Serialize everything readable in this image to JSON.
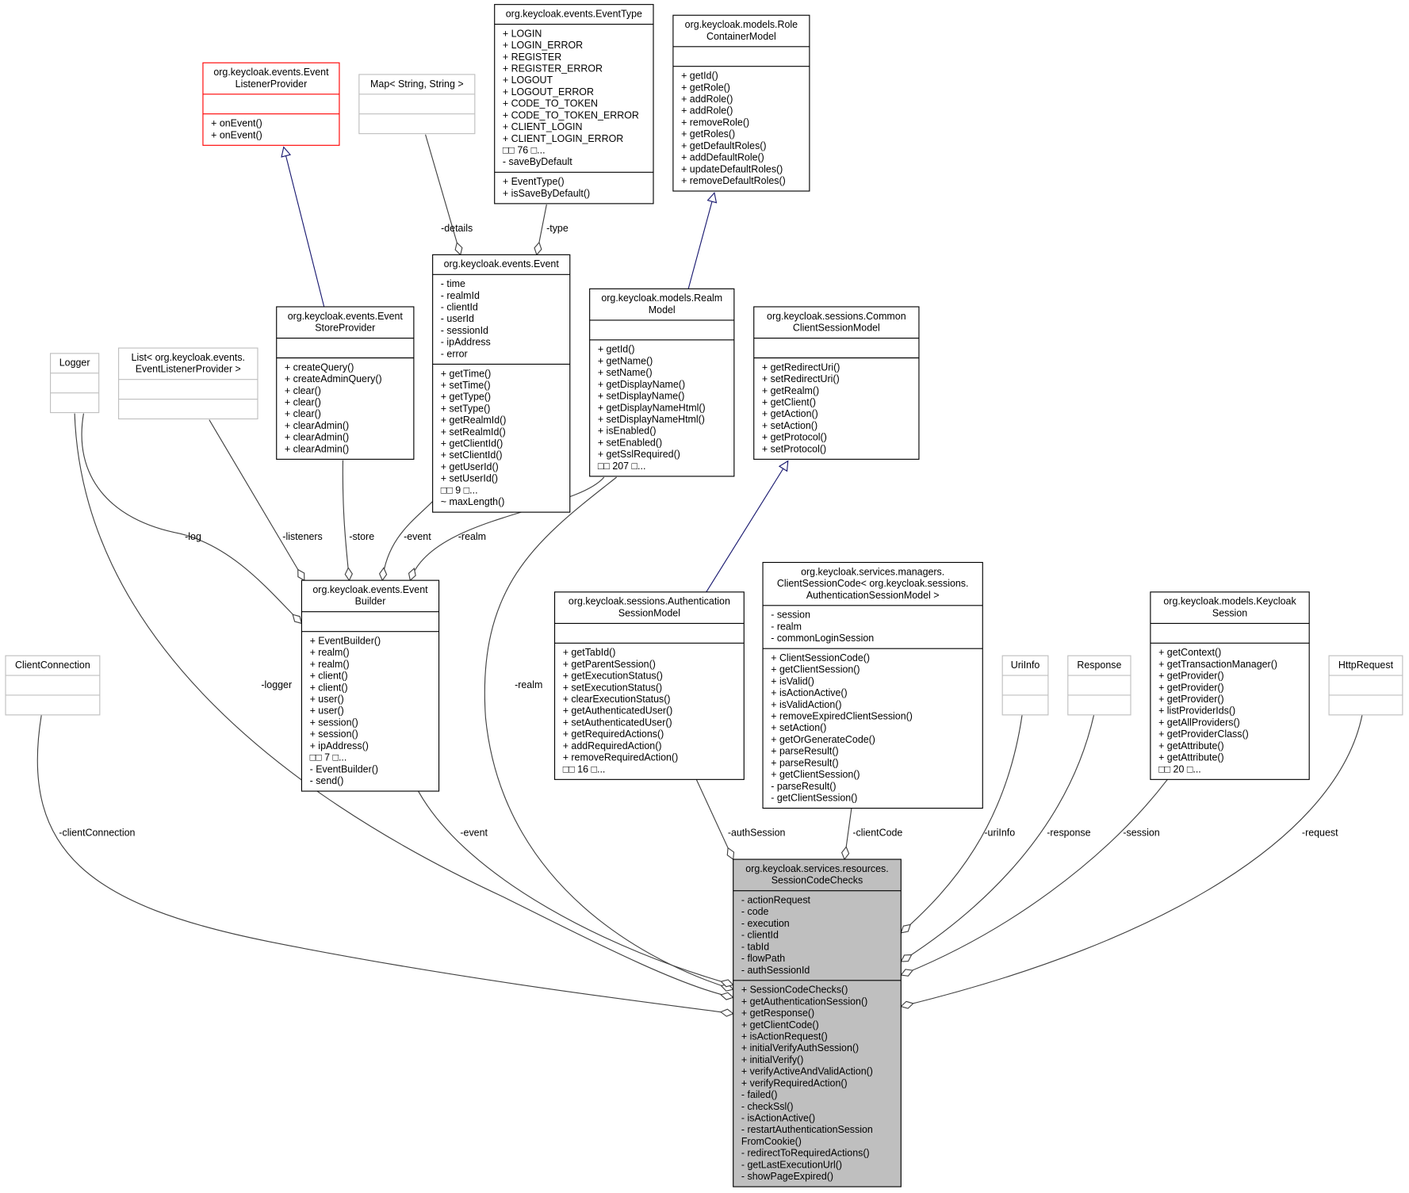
{
  "classes": {
    "eventListenerProvider": {
      "title": [
        "org.keycloak.events.Event",
        "ListenerProvider"
      ],
      "attributes": [],
      "methods": [
        "+ onEvent()",
        "+ onEvent()"
      ],
      "style": "red"
    },
    "mapStringString": {
      "title": [
        "Map< String, String >"
      ],
      "attributes": [],
      "methods": [],
      "style": "gray"
    },
    "eventType": {
      "title": [
        "org.keycloak.events.EventType"
      ],
      "attributes": [
        "+ LOGIN",
        "+ LOGIN_ERROR",
        "+ REGISTER",
        "+ REGISTER_ERROR",
        "+ LOGOUT",
        "+ LOGOUT_ERROR",
        "+ CODE_TO_TOKEN",
        "+ CODE_TO_TOKEN_ERROR",
        "+ CLIENT_LOGIN",
        "+ CLIENT_LOGIN_ERROR",
        "□□ 76 □...",
        "- saveByDefault"
      ],
      "methods": [
        "+ EventType()",
        "+ isSaveByDefault()"
      ],
      "style": "normal"
    },
    "roleContainerModel": {
      "title": [
        "org.keycloak.models.Role",
        "ContainerModel"
      ],
      "attributes": [],
      "methods": [
        "+ getId()",
        "+ getRole()",
        "+ addRole()",
        "+ addRole()",
        "+ removeRole()",
        "+ getRoles()",
        "+ getDefaultRoles()",
        "+ addDefaultRole()",
        "+ updateDefaultRoles()",
        "+ removeDefaultRoles()"
      ],
      "style": "normal"
    },
    "event": {
      "title": [
        "org.keycloak.events.Event"
      ],
      "attributes": [
        "- time",
        "- realmId",
        "- clientId",
        "- userId",
        "- sessionId",
        "- ipAddress",
        "- error"
      ],
      "methods": [
        "+ getTime()",
        "+ setTime()",
        "+ getType()",
        "+ setType()",
        "+ getRealmId()",
        "+ setRealmId()",
        "+ getClientId()",
        "+ setClientId()",
        "+ getUserId()",
        "+ setUserId()",
        "□□ 9 □...",
        "~ maxLength()"
      ],
      "style": "normal"
    },
    "realmModel": {
      "title": [
        "org.keycloak.models.Realm",
        "Model"
      ],
      "attributes": [],
      "methods": [
        "+ getId()",
        "+ getName()",
        "+ setName()",
        "+ getDisplayName()",
        "+ setDisplayName()",
        "+ getDisplayNameHtml()",
        "+ setDisplayNameHtml()",
        "+ isEnabled()",
        "+ setEnabled()",
        "+ getSslRequired()",
        "□□ 207 □..."
      ],
      "style": "normal"
    },
    "commonClientSessionModel": {
      "title": [
        "org.keycloak.sessions.Common",
        "ClientSessionModel"
      ],
      "attributes": [],
      "methods": [
        "+ getRedirectUri()",
        "+ setRedirectUri()",
        "+ getRealm()",
        "+ getClient()",
        "+ getAction()",
        "+ setAction()",
        "+ getProtocol()",
        "+ setProtocol()"
      ],
      "style": "normal"
    },
    "eventStoreProvider": {
      "title": [
        "org.keycloak.events.Event",
        "StoreProvider"
      ],
      "attributes": [],
      "methods": [
        "+ createQuery()",
        "+ createAdminQuery()",
        "+ clear()",
        "+ clear()",
        "+ clear()",
        "+ clearAdmin()",
        "+ clearAdmin()",
        "+ clearAdmin()"
      ],
      "style": "normal"
    },
    "logger": {
      "title": [
        "Logger"
      ],
      "attributes": [],
      "methods": [],
      "style": "gray"
    },
    "listEventListenerProvider": {
      "title": [
        "List< org.keycloak.events.",
        "EventListenerProvider >"
      ],
      "attributes": [],
      "methods": [],
      "style": "gray"
    },
    "eventBuilder": {
      "title": [
        "org.keycloak.events.Event",
        "Builder"
      ],
      "attributes": [],
      "methods": [
        "+ EventBuilder()",
        "+ realm()",
        "+ realm()",
        "+ client()",
        "+ client()",
        "+ user()",
        "+ user()",
        "+ session()",
        "+ session()",
        "+ ipAddress()",
        "□□ 7 □...",
        "- EventBuilder()",
        "- send()"
      ],
      "style": "normal"
    },
    "clientConnection": {
      "title": [
        "ClientConnection"
      ],
      "attributes": [],
      "methods": [],
      "style": "gray"
    },
    "authenticationSessionModel": {
      "title": [
        "org.keycloak.sessions.Authentication",
        "SessionModel"
      ],
      "attributes": [],
      "methods": [
        "+ getTabId()",
        "+ getParentSession()",
        "+ getExecutionStatus()",
        "+ setExecutionStatus()",
        "+ clearExecutionStatus()",
        "+ getAuthenticatedUser()",
        "+ setAuthenticatedUser()",
        "+ getRequiredActions()",
        "+ addRequiredAction()",
        "+ removeRequiredAction()",
        "□□ 16 □..."
      ],
      "style": "normal"
    },
    "clientSessionCode": {
      "title": [
        "org.keycloak.services.managers.",
        "ClientSessionCode< org.keycloak.sessions.",
        "AuthenticationSessionModel >"
      ],
      "attributes": [
        "- session",
        "- realm",
        "- commonLoginSession"
      ],
      "methods": [
        "+ ClientSessionCode()",
        "+ getClientSession()",
        "+ isValid()",
        "+ isActionActive()",
        "+ isValidAction()",
        "+ removeExpiredClientSession()",
        "+ setAction()",
        "+ getOrGenerateCode()",
        "+ parseResult()",
        "+ parseResult()",
        "+ getClientSession()",
        "- parseResult()",
        "- getClientSession()"
      ],
      "style": "normal"
    },
    "uriInfo": {
      "title": [
        "UriInfo"
      ],
      "attributes": [],
      "methods": [],
      "style": "gray"
    },
    "response": {
      "title": [
        "Response"
      ],
      "attributes": [],
      "methods": [],
      "style": "gray"
    },
    "keycloakSession": {
      "title": [
        "org.keycloak.models.Keycloak",
        "Session"
      ],
      "attributes": [],
      "methods": [
        "+ getContext()",
        "+ getTransactionManager()",
        "+ getProvider()",
        "+ getProvider()",
        "+ getProvider()",
        "+ listProviderIds()",
        "+ getAllProviders()",
        "+ getProviderClass()",
        "+ getAttribute()",
        "+ getAttribute()",
        "□□ 20 □..."
      ],
      "style": "normal"
    },
    "httpRequest": {
      "title": [
        "HttpRequest"
      ],
      "attributes": [],
      "methods": [],
      "style": "gray"
    },
    "sessionCodeChecks": {
      "title": [
        "org.keycloak.services.resources.",
        "SessionCodeChecks"
      ],
      "attributes": [
        "- actionRequest",
        "- code",
        "- execution",
        "- clientId",
        "- tabId",
        "- flowPath",
        "- authSessionId"
      ],
      "methods": [
        "+ SessionCodeChecks()",
        "+ getAuthenticationSession()",
        "+ getResponse()",
        "+ getClientCode()",
        "+ isActionRequest()",
        "+ initialVerifyAuthSession()",
        "+ initialVerify()",
        "+ verifyActiveAndValidAction()",
        "+ verifyRequiredAction()",
        "- failed()",
        "- checkSsl()",
        "- isActionActive()",
        "- restartAuthenticationSession",
        "FromCookie()",
        "- redirectToRequiredActions()",
        "- getLastExecutionUrl()",
        "- showPageExpired()"
      ],
      "style": "highlight"
    }
  },
  "edges": [
    {
      "id": "inh1",
      "kind": "inheritance",
      "from": "eventStoreProvider",
      "to": "eventListenerProvider",
      "label": ""
    },
    {
      "id": "inh2",
      "kind": "inheritance",
      "from": "realmModel",
      "to": "roleContainerModel",
      "label": ""
    },
    {
      "id": "inh3",
      "kind": "inheritance",
      "from": "authenticationSessionModel",
      "to": "commonClientSessionModel",
      "label": ""
    },
    {
      "id": "details",
      "kind": "aggregation",
      "from": "mapStringString",
      "to": "event",
      "label": "-details"
    },
    {
      "id": "type",
      "kind": "aggregation",
      "from": "eventType",
      "to": "event",
      "label": "-type"
    },
    {
      "id": "log",
      "kind": "aggregation",
      "from": "logger",
      "to": "eventBuilder",
      "label": "-log"
    },
    {
      "id": "listeners",
      "kind": "aggregation",
      "from": "listEventListenerProvider",
      "to": "eventBuilder",
      "label": "-listeners"
    },
    {
      "id": "store",
      "kind": "aggregation",
      "from": "eventStoreProvider",
      "to": "eventBuilder",
      "label": "-store"
    },
    {
      "id": "event1",
      "kind": "aggregation",
      "from": "event",
      "to": "eventBuilder",
      "label": "-event"
    },
    {
      "id": "realm1",
      "kind": "aggregation",
      "from": "realmModel",
      "to": "eventBuilder",
      "label": "-realm"
    },
    {
      "id": "logger",
      "kind": "aggregation",
      "from": "logger",
      "to": "sessionCodeChecks",
      "label": "-logger"
    },
    {
      "id": "clientConnection",
      "kind": "aggregation",
      "from": "clientConnection",
      "to": "sessionCodeChecks",
      "label": "-clientConnection"
    },
    {
      "id": "realm2",
      "kind": "aggregation",
      "from": "realmModel",
      "to": "sessionCodeChecks",
      "label": "-realm"
    },
    {
      "id": "event2",
      "kind": "aggregation",
      "from": "eventBuilder",
      "to": "sessionCodeChecks",
      "label": "-event"
    },
    {
      "id": "authSession",
      "kind": "aggregation",
      "from": "authenticationSessionModel",
      "to": "sessionCodeChecks",
      "label": "-authSession"
    },
    {
      "id": "clientCode",
      "kind": "aggregation",
      "from": "clientSessionCode",
      "to": "sessionCodeChecks",
      "label": "-clientCode"
    },
    {
      "id": "uriInfo",
      "kind": "aggregation",
      "from": "uriInfo",
      "to": "sessionCodeChecks",
      "label": "-uriInfo"
    },
    {
      "id": "response",
      "kind": "aggregation",
      "from": "response",
      "to": "sessionCodeChecks",
      "label": "-response"
    },
    {
      "id": "session",
      "kind": "aggregation",
      "from": "keycloakSession",
      "to": "sessionCodeChecks",
      "label": "-session"
    },
    {
      "id": "request",
      "kind": "aggregation",
      "from": "httpRequest",
      "to": "sessionCodeChecks",
      "label": "-request"
    }
  ],
  "colors": {
    "normal_border": "#000000",
    "red_border": "#ff0000",
    "gray_border": "#bfbfbf",
    "highlight_fill": "#bfbfbf",
    "inheritance": "#191970",
    "edge": "#404040"
  }
}
